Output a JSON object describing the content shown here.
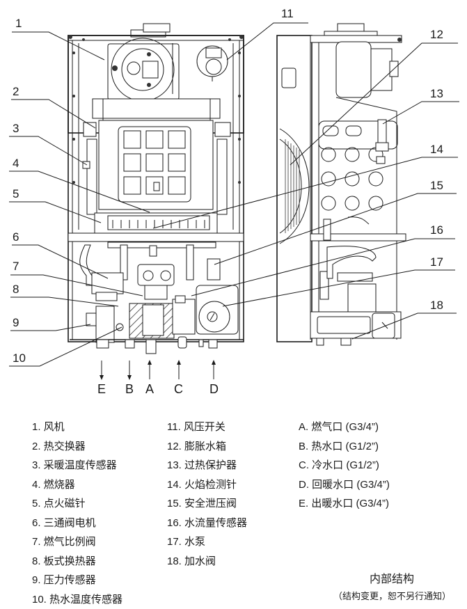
{
  "diagram": {
    "callouts_left": [
      "1",
      "2",
      "3",
      "4",
      "5",
      "6",
      "7",
      "8",
      "9",
      "10"
    ],
    "callouts_right": [
      "11",
      "12",
      "13",
      "14",
      "15",
      "16",
      "17",
      "18"
    ],
    "ports": [
      {
        "letter": "E",
        "direction": "out"
      },
      {
        "letter": "B",
        "direction": "out"
      },
      {
        "letter": "A",
        "direction": "in"
      },
      {
        "letter": "C",
        "direction": "in"
      },
      {
        "letter": "D",
        "direction": "in"
      }
    ]
  },
  "legend": {
    "components_1_10": [
      "1. 风机",
      "2. 热交换器",
      "3. 采暖温度传感器",
      "4. 燃烧器",
      "5. 点火磁针",
      "6. 三通阀电机",
      "7. 燃气比例阀",
      "8. 板式换热器",
      "9. 压力传感器",
      "10. 热水温度传感器"
    ],
    "components_11_18": [
      "11. 风压开关",
      "12. 膨胀水箱",
      "13. 过热保护器",
      "14. 火焰检测针",
      "15. 安全泄压阀",
      "16. 水流量传感器",
      "17. 水泵",
      "18. 加水阀"
    ],
    "ports": [
      "A. 燃气口  (G3/4”)",
      "B. 热水口  (G1/2”)",
      "C. 冷水口  (G1/2”)",
      "D. 回暖水口  (G3/4”)",
      "E. 出暖水口  (G3/4”)"
    ]
  },
  "caption": {
    "title": "内部结构",
    "note": "（结构变更，恕不另行通知）"
  }
}
